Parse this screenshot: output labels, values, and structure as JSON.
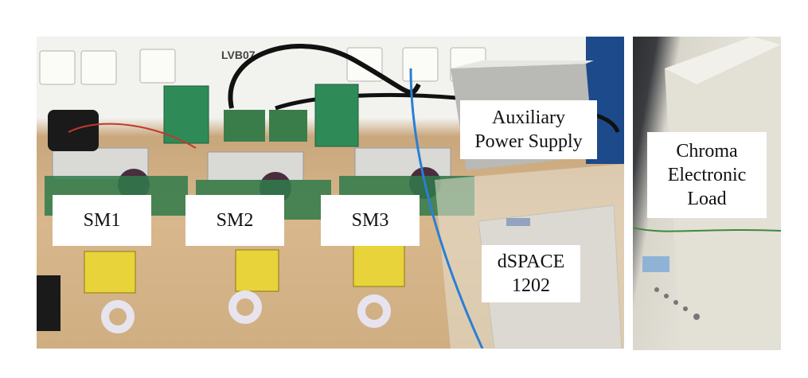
{
  "labels": {
    "sm1": "SM1",
    "sm2": "SM2",
    "sm3": "SM3",
    "aux": "Auxiliary\nPower Supply",
    "dspace": "dSPACE\n1202",
    "chroma": "Chroma\nElectronic\nLoad"
  },
  "wall_sign": "LVB07"
}
